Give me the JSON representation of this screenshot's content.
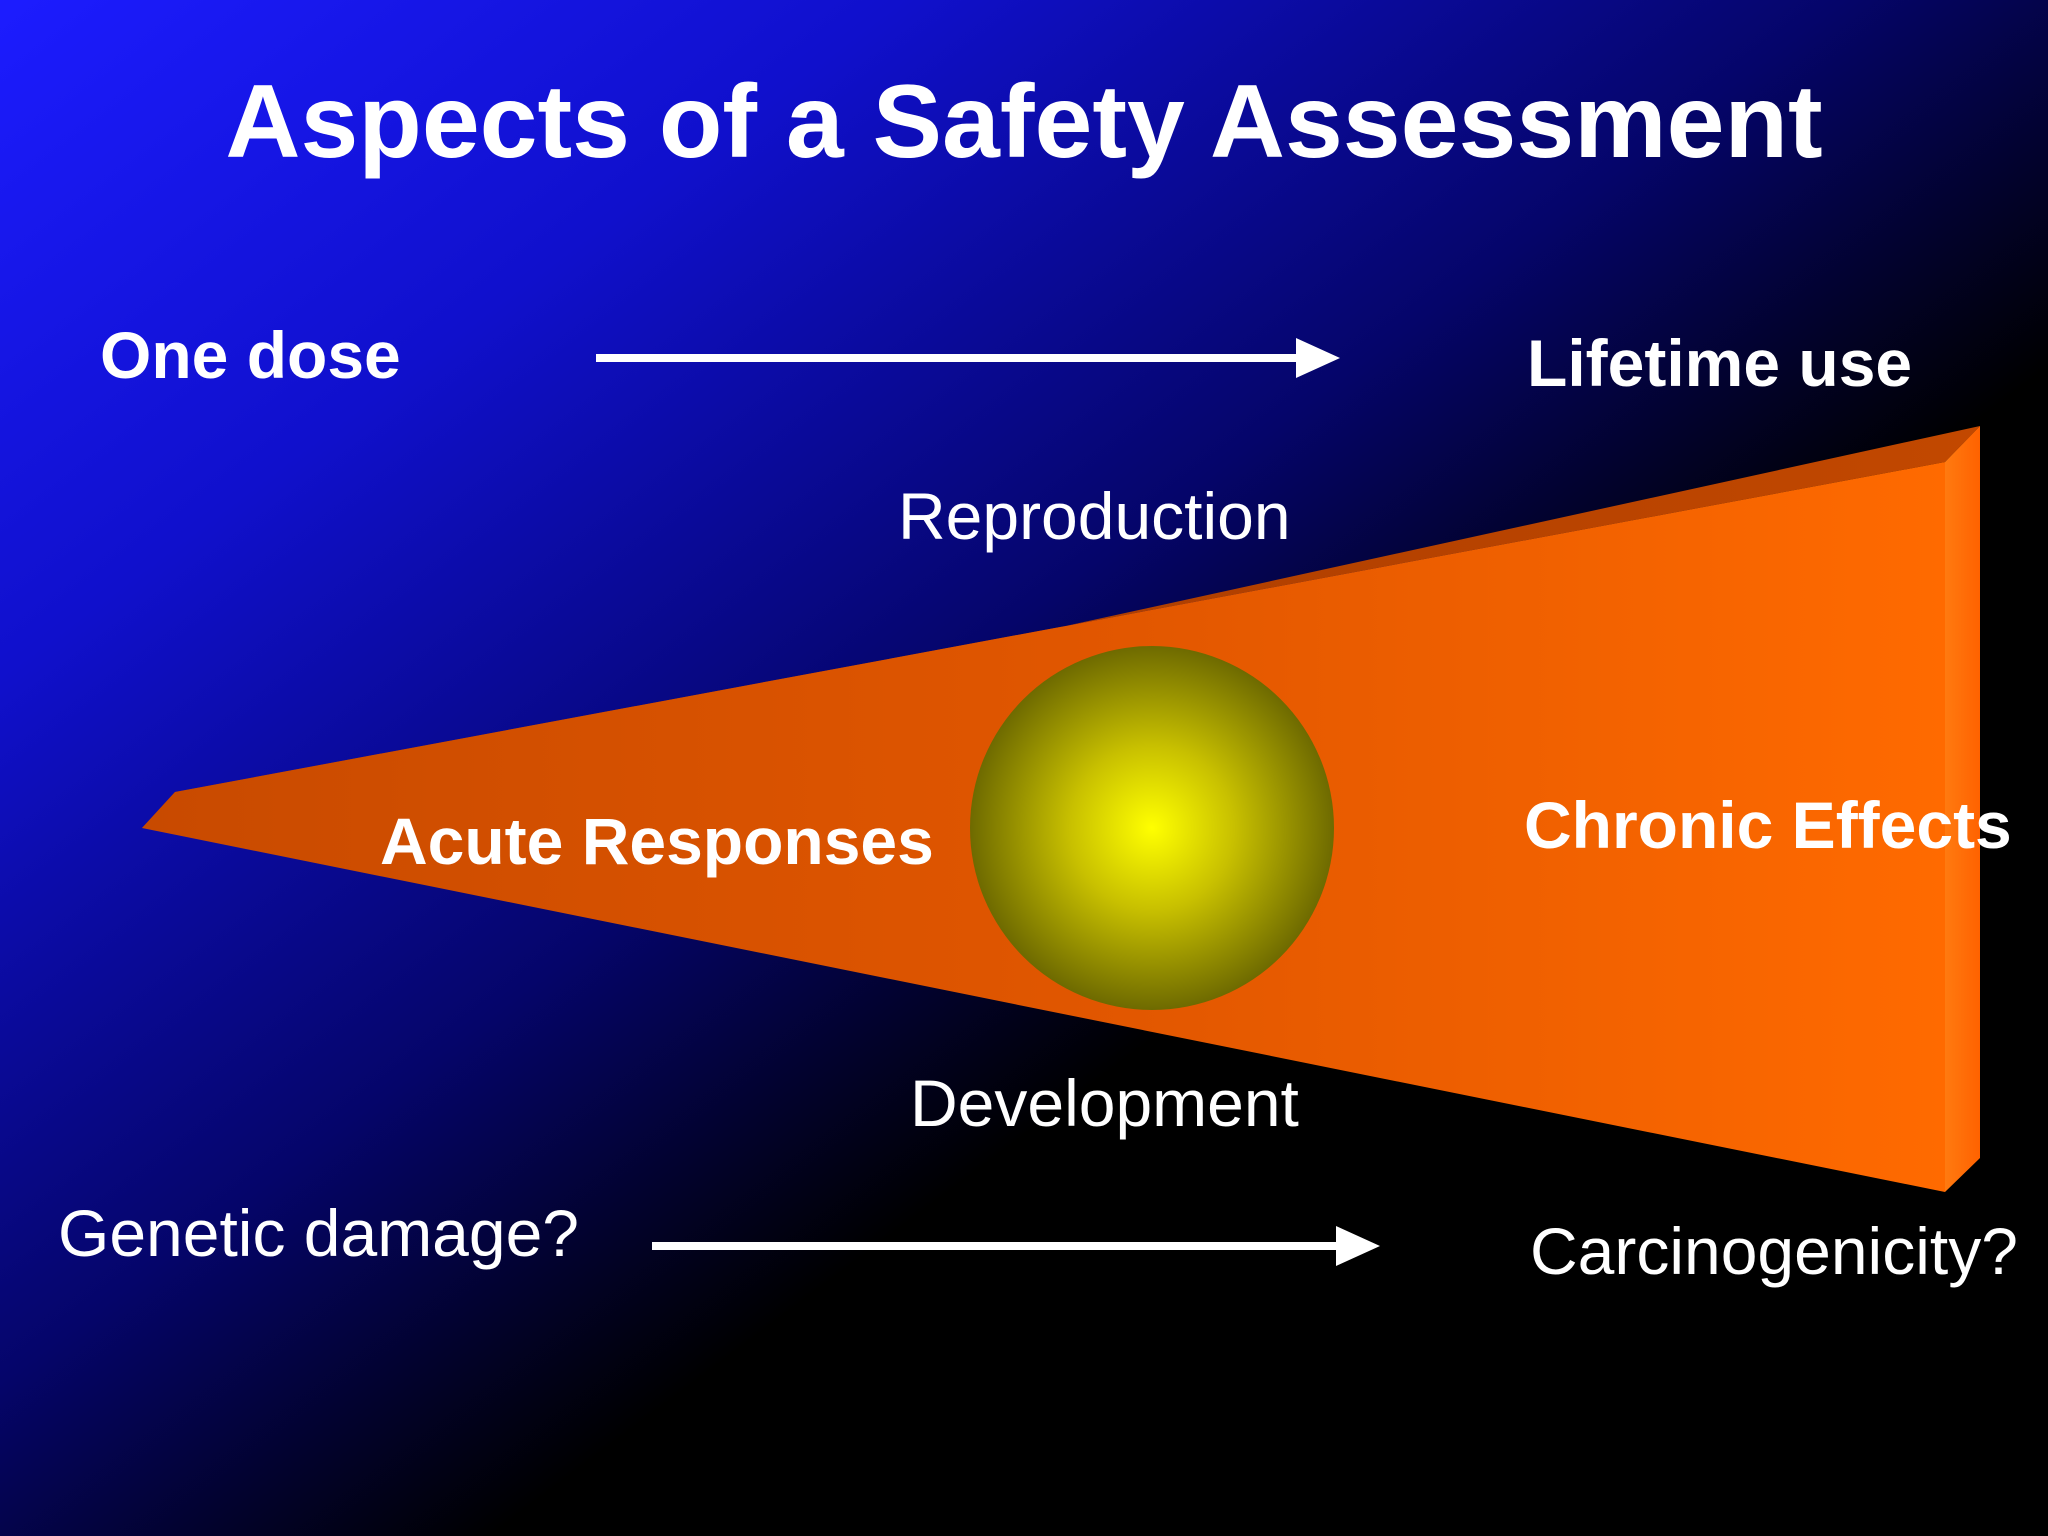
{
  "slide": {
    "title": "Aspects of a Safety Assessment",
    "top_row": {
      "left_label": "One dose",
      "right_label": "Lifetime use"
    },
    "wedge": {
      "above_label": "Reproduction",
      "below_label": "Development",
      "left_label": "Acute Responses",
      "right_label": "Chronic Effects"
    },
    "bottom_row": {
      "left_label": "Genetic damage?",
      "right_label": "Carcinogenicity?"
    }
  },
  "colors": {
    "background": "#000000",
    "corner_glow": "#1a1aff",
    "wedge_orange": "#ff6a00",
    "wedge_dark": "#b84100",
    "sphere_yellow": "#e8e000",
    "text": "#ffffff"
  },
  "icons": {
    "top_arrow": "right-arrow",
    "bottom_arrow": "right-arrow"
  }
}
